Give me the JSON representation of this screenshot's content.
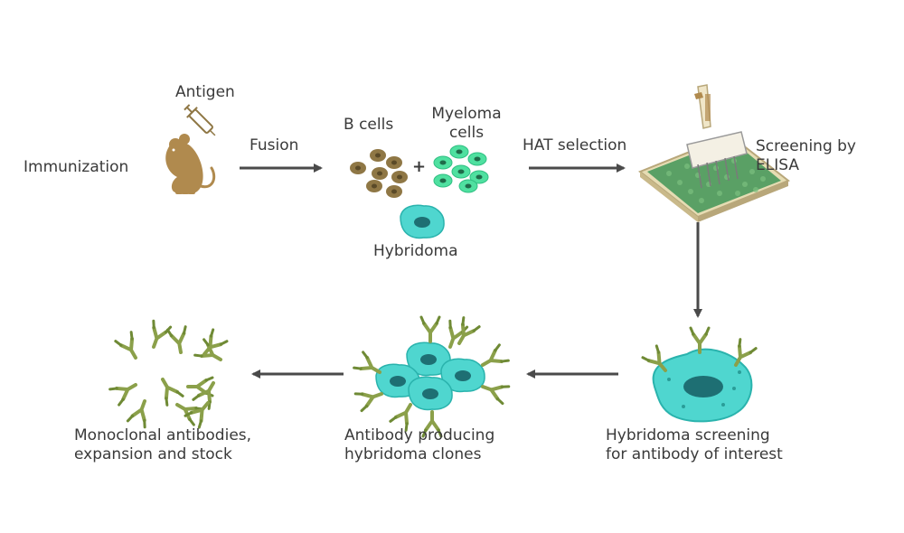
{
  "labels": {
    "antigen": "Antigen",
    "immunization": "Immunization",
    "fusion": "Fusion",
    "b_cells": "B cells",
    "myeloma_line1": "Myeloma",
    "myeloma_line2": "cells",
    "plus": "+",
    "hybridoma": "Hybridoma",
    "hat_selection": "HAT selection",
    "screening_line1": "Screening by",
    "screening_line2": "ELISA",
    "hs_line1": "Hybridoma screening",
    "hs_line2": "for antibody of interest",
    "ap_line1": "Antibody producing",
    "ap_line2": "hybridoma clones",
    "mono_line1": "Monoclonal antibodies,",
    "mono_line2": "expansion and stock"
  },
  "colors": {
    "text": "#3a3a3a",
    "arrow": "#4a4a4a",
    "mouse": "#b08a4e",
    "b_cell": "#8f7745",
    "myeloma": "#4fe0a0",
    "hybridoma": "#4fd6cf",
    "antibody": "#8ba04a",
    "plate": "#d9cfa6",
    "well": "#5aa065"
  },
  "icons": [
    "syringe-icon",
    "mouse-icon",
    "pipette-icon",
    "elisa-plate-icon",
    "antibody-icon",
    "cell-icon"
  ]
}
